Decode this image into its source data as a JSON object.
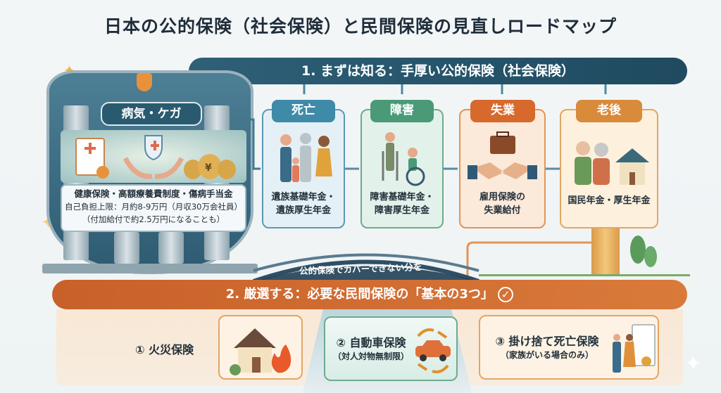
{
  "title": "日本の公的保険（社会保険）と民間保険の見直しロードマップ",
  "step1": {
    "label": "1. まずは知る：手厚い公的保険（社会保険）"
  },
  "illness": {
    "label": "病気・ケガ",
    "lines": [
      "健康保険・高額療養費制度・傷病手当金",
      "自己負担上限：月約8-9万円（月収30万会社員）",
      "（付加給付で約2.5万円になることも）"
    ]
  },
  "cards": [
    {
      "label": "死亡",
      "text": [
        "遺族基礎年金・",
        "遺族厚生年金"
      ],
      "color": "#3f8aa8",
      "bg": "#e4f0f5",
      "border": "#5a9ab4"
    },
    {
      "label": "障害",
      "text": [
        "障害基礎年金・",
        "障害厚生年金"
      ],
      "color": "#4a9a78",
      "bg": "#e2f1ea",
      "border": "#6eab8d"
    },
    {
      "label": "失業",
      "text": [
        "雇用保険の",
        "失業給付"
      ],
      "color": "#d8692c",
      "bg": "#fbe9da",
      "border": "#e29457"
    },
    {
      "label": "老後",
      "text": [
        "国民年金・厚生年金"
      ],
      "color": "#d98a3a",
      "bg": "#fdf0dd",
      "border": "#e3a566"
    }
  ],
  "bridge": {
    "label": "公的保険でカバーできない分を"
  },
  "step2": {
    "label": "2. 厳選する：必要な民間保険の「基本の3つ」"
  },
  "basics": [
    {
      "title": "① 火災保険",
      "sub": ""
    },
    {
      "title": "② 自動車保険",
      "sub": "（対人対物無制限）"
    },
    {
      "title": "③ 掛け捨て死亡保険",
      "sub": "（家族がいる場合のみ）"
    }
  ]
}
